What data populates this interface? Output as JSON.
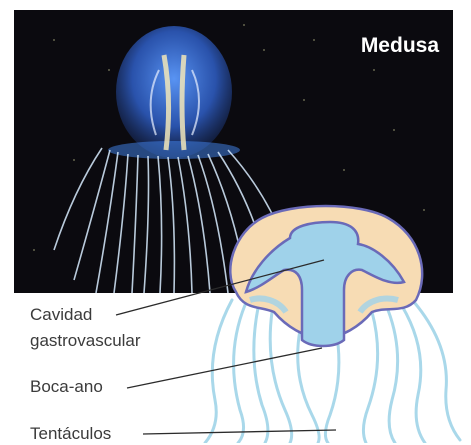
{
  "photo": {
    "title": "Medusa",
    "colors": {
      "background": "#0b0a0f",
      "bell": "#3f7ee0",
      "tentacles": "#d8ecff"
    }
  },
  "diagram": {
    "labels": {
      "cavity_line1": "Cavidad",
      "cavity_line2": "gastrovascular",
      "mouth": "Boca-ano",
      "tentacles": "Tentáculos"
    },
    "colors": {
      "mesoglea": "#f7dcb4",
      "outline": "#6a6ab8",
      "cavity": "#9fd2ea",
      "tentacle": "#a9d8ea",
      "leader_line": "#2b2b2b"
    }
  }
}
